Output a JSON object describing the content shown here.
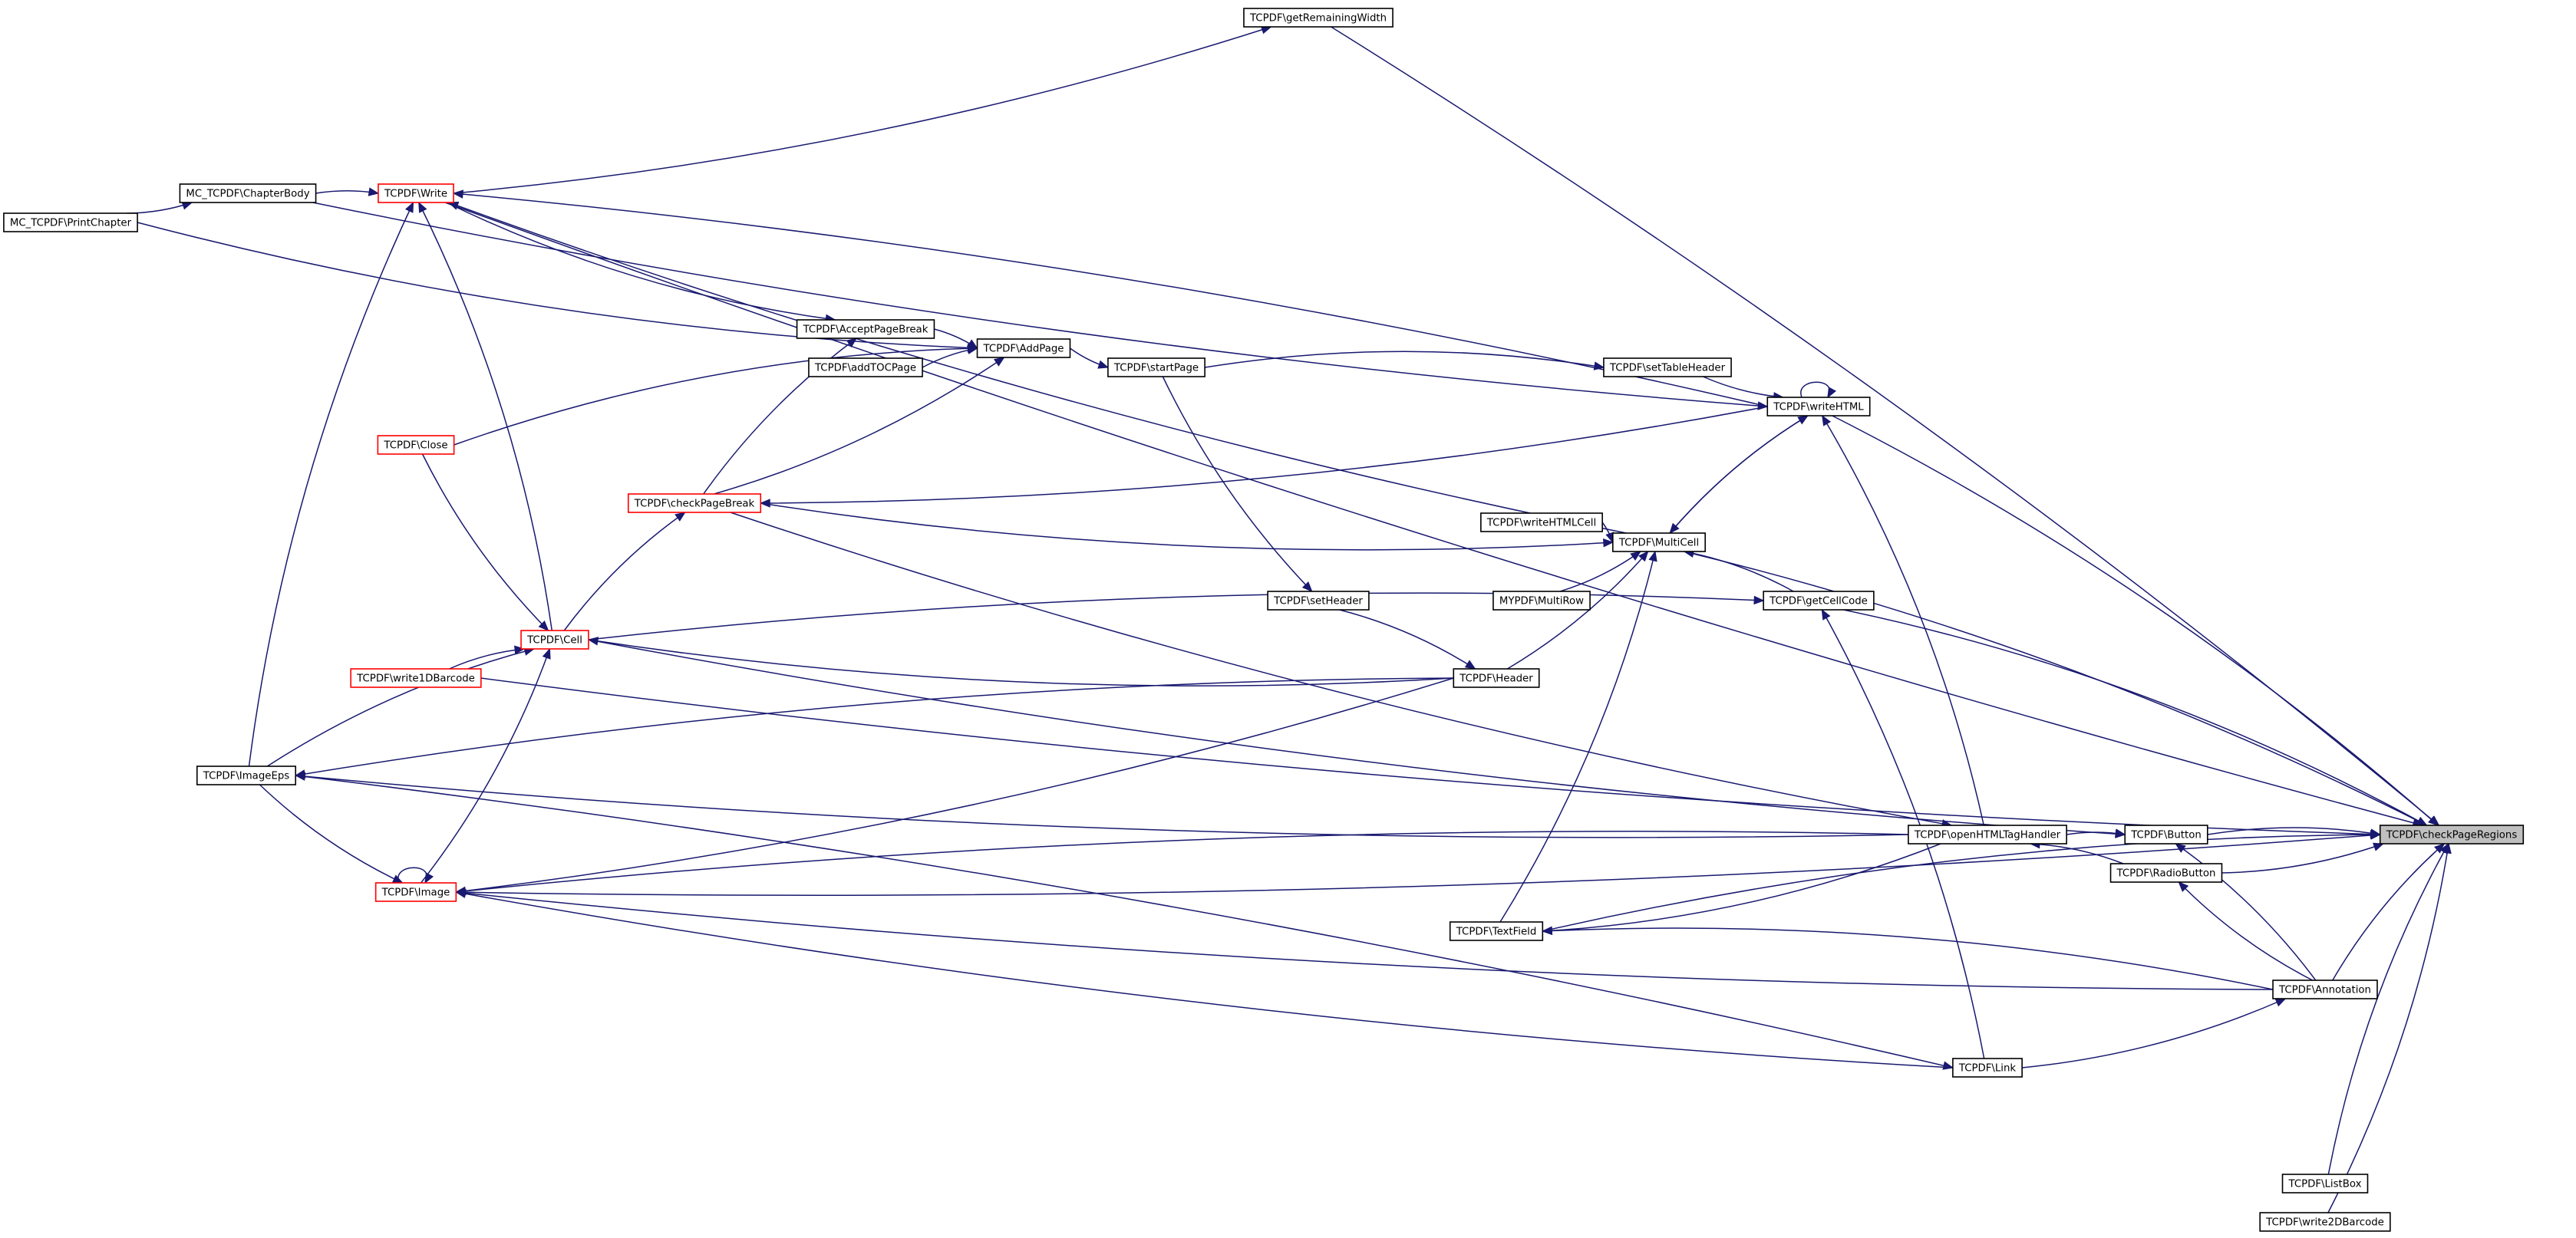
{
  "graph": {
    "title": "",
    "colors": {
      "edge": "#191970",
      "node_border_normal": "#000000",
      "node_border_truncated": "#ff0000",
      "node_fill": "#ffffff",
      "root_fill": "#bfbfbf"
    },
    "nodes": [
      {
        "id": "checkPageRegions",
        "label": "TCPDF\\checkPageRegions",
        "style": "root"
      },
      {
        "id": "getRemainingWidth",
        "label": "TCPDF\\getRemainingWidth",
        "style": "normal"
      },
      {
        "id": "chapterBody",
        "label": "MC_TCPDF\\ChapterBody",
        "style": "normal"
      },
      {
        "id": "printChapter",
        "label": "MC_TCPDF\\PrintChapter",
        "style": "normal"
      },
      {
        "id": "write",
        "label": "TCPDF\\Write",
        "style": "truncated"
      },
      {
        "id": "acceptPageBreak",
        "label": "TCPDF\\AcceptPageBreak",
        "style": "normal"
      },
      {
        "id": "addTOCPage",
        "label": "TCPDF\\addTOCPage",
        "style": "normal"
      },
      {
        "id": "addPage",
        "label": "TCPDF\\AddPage",
        "style": "normal"
      },
      {
        "id": "startPage",
        "label": "TCPDF\\startPage",
        "style": "normal"
      },
      {
        "id": "setTableHeader",
        "label": "TCPDF\\setTableHeader",
        "style": "normal"
      },
      {
        "id": "writeHTML",
        "label": "TCPDF\\writeHTML",
        "style": "normal"
      },
      {
        "id": "close",
        "label": "TCPDF\\Close",
        "style": "truncated"
      },
      {
        "id": "checkPageBreak",
        "label": "TCPDF\\checkPageBreak",
        "style": "truncated"
      },
      {
        "id": "writeHTMLCell",
        "label": "TCPDF\\writeHTMLCell",
        "style": "normal"
      },
      {
        "id": "multiCell",
        "label": "TCPDF\\MultiCell",
        "style": "normal"
      },
      {
        "id": "multiRow",
        "label": "MYPDF\\MultiRow",
        "style": "normal"
      },
      {
        "id": "setHeader",
        "label": "TCPDF\\setHeader",
        "style": "normal"
      },
      {
        "id": "getCellCode",
        "label": "TCPDF\\getCellCode",
        "style": "normal"
      },
      {
        "id": "cell",
        "label": "TCPDF\\Cell",
        "style": "truncated"
      },
      {
        "id": "write1DBarcode",
        "label": "TCPDF\\write1DBarcode",
        "style": "truncated"
      },
      {
        "id": "header",
        "label": "TCPDF\\Header",
        "style": "normal"
      },
      {
        "id": "imageEps",
        "label": "TCPDF\\ImageEps",
        "style": "normal"
      },
      {
        "id": "openHTMLTagHandler",
        "label": "TCPDF\\openHTMLTagHandler",
        "style": "normal"
      },
      {
        "id": "button",
        "label": "TCPDF\\Button",
        "style": "normal"
      },
      {
        "id": "radioButton",
        "label": "TCPDF\\RadioButton",
        "style": "normal"
      },
      {
        "id": "image",
        "label": "TCPDF\\Image",
        "style": "truncated"
      },
      {
        "id": "textField",
        "label": "TCPDF\\TextField",
        "style": "normal"
      },
      {
        "id": "annotation",
        "label": "TCPDF\\Annotation",
        "style": "normal"
      },
      {
        "id": "link",
        "label": "TCPDF\\Link",
        "style": "normal"
      },
      {
        "id": "listBox",
        "label": "TCPDF\\ListBox",
        "style": "normal"
      },
      {
        "id": "write2DBarcode",
        "label": "TCPDF\\write2DBarcode",
        "style": "normal"
      }
    ],
    "edges": [
      {
        "from": "getRemainingWidth",
        "to": "checkPageRegions"
      },
      {
        "from": "write",
        "to": "getRemainingWidth"
      },
      {
        "from": "chapterBody",
        "to": "write"
      },
      {
        "from": "printChapter",
        "to": "chapterBody"
      },
      {
        "from": "imageEps",
        "to": "write"
      },
      {
        "from": "writeHTML",
        "to": "write"
      },
      {
        "from": "writeHTML",
        "to": "checkPageRegions"
      },
      {
        "from": "write",
        "to": "checkPageRegions"
      },
      {
        "from": "multiCell",
        "to": "write"
      },
      {
        "from": "cell",
        "to": "write"
      },
      {
        "from": "acceptPageBreak",
        "to": "addPage"
      },
      {
        "from": "write",
        "to": "acceptPageBreak"
      },
      {
        "from": "addTOCPage",
        "to": "addPage"
      },
      {
        "from": "printChapter",
        "to": "addPage"
      },
      {
        "from": "close",
        "to": "addPage"
      },
      {
        "from": "checkPageBreak",
        "to": "addPage"
      },
      {
        "from": "checkPageBreak",
        "to": "acceptPageBreak"
      },
      {
        "from": "addPage",
        "to": "startPage"
      },
      {
        "from": "startPage",
        "to": "setTableHeader"
      },
      {
        "from": "setTableHeader",
        "to": "writeHTML"
      },
      {
        "from": "writeHTML",
        "to": "writeHTML"
      },
      {
        "from": "chapterBody",
        "to": "writeHTML"
      },
      {
        "from": "multiCell",
        "to": "writeHTML"
      },
      {
        "from": "writeHTML",
        "to": "multiCell"
      },
      {
        "from": "writeHTML",
        "to": "checkPageBreak"
      },
      {
        "from": "checkPageBreak",
        "to": "multiCell"
      },
      {
        "from": "cell",
        "to": "checkPageBreak"
      },
      {
        "from": "checkPageBreak",
        "to": "openHTMLTagHandler"
      },
      {
        "from": "writeHTMLCell",
        "to": "multiCell"
      },
      {
        "from": "multiRow",
        "to": "multiCell"
      },
      {
        "from": "multiCell",
        "to": "checkPageRegions"
      },
      {
        "from": "getCellCode",
        "to": "multiCell"
      },
      {
        "from": "getCellCode",
        "to": "checkPageRegions"
      },
      {
        "from": "startPage",
        "to": "setHeader"
      },
      {
        "from": "setHeader",
        "to": "header"
      },
      {
        "from": "header",
        "to": "multiCell"
      },
      {
        "from": "header",
        "to": "cell"
      },
      {
        "from": "header",
        "to": "imageEps"
      },
      {
        "from": "header",
        "to": "image"
      },
      {
        "from": "close",
        "to": "cell"
      },
      {
        "from": "write1DBarcode",
        "to": "cell"
      },
      {
        "from": "write1DBarcode",
        "to": "checkPageRegions"
      },
      {
        "from": "imageEps",
        "to": "cell"
      },
      {
        "from": "image",
        "to": "cell"
      },
      {
        "from": "cell",
        "to": "getCellCode"
      },
      {
        "from": "cell",
        "to": "button"
      },
      {
        "from": "openHTMLTagHandler",
        "to": "imageEps"
      },
      {
        "from": "imageEps",
        "to": "image"
      },
      {
        "from": "image",
        "to": "image"
      },
      {
        "from": "openHTMLTagHandler",
        "to": "image"
      },
      {
        "from": "openHTMLTagHandler",
        "to": "button"
      },
      {
        "from": "openHTMLTagHandler",
        "to": "writeHTML"
      },
      {
        "from": "openHTMLTagHandler",
        "to": "textField"
      },
      {
        "from": "radioButton",
        "to": "openHTMLTagHandler"
      },
      {
        "from": "button",
        "to": "checkPageRegions"
      },
      {
        "from": "radioButton",
        "to": "checkPageRegions"
      },
      {
        "from": "textField",
        "to": "checkPageRegions"
      },
      {
        "from": "textField",
        "to": "multiCell"
      },
      {
        "from": "annotation",
        "to": "checkPageRegions"
      },
      {
        "from": "annotation",
        "to": "button"
      },
      {
        "from": "annotation",
        "to": "radioButton"
      },
      {
        "from": "annotation",
        "to": "textField"
      },
      {
        "from": "annotation",
        "to": "image"
      },
      {
        "from": "link",
        "to": "annotation"
      },
      {
        "from": "link",
        "to": "image"
      },
      {
        "from": "link",
        "to": "getCellCode"
      },
      {
        "from": "imageEps",
        "to": "link"
      },
      {
        "from": "image",
        "to": "checkPageRegions"
      },
      {
        "from": "listBox",
        "to": "checkPageRegions"
      },
      {
        "from": "write2DBarcode",
        "to": "checkPageRegions"
      }
    ]
  }
}
